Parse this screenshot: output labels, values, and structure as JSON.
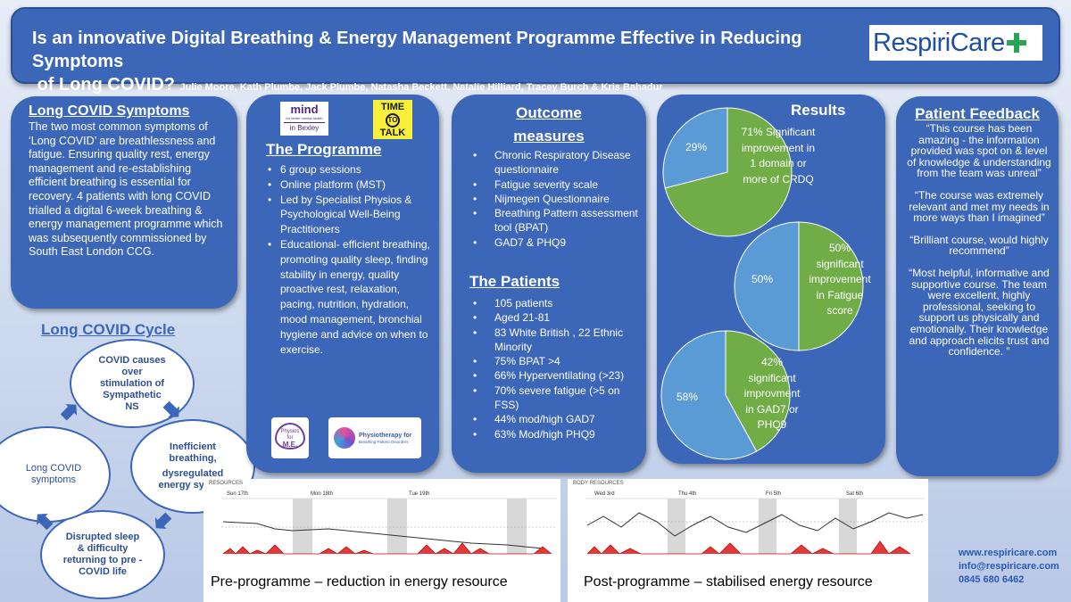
{
  "header": {
    "title": "Is an innovative Digital Breathing & Energy Management Programme Effective in Reducing Symptoms",
    "title_line2": "of Long COVID?",
    "authors": "Julie Moore, Kath Plumbe, Jack Plumbe, Natasha Beckett, Natalie Hilliard, Tracey Burch & Kris Bahadur",
    "logo_text": "RespiriCare"
  },
  "symptoms": {
    "heading": "Long COVID Symptoms",
    "body": "The two most common symptoms of ‘Long COVID’ are breathlessness and fatigue. Ensuring quality rest, energy management and re-establishing efficient breathing is essential for recovery. 4 patients with long COVID trialled a digital 6-week breathing & energy management programme which was subsequently commissioned by South East London CCG."
  },
  "cycle": {
    "heading": "Long COVID Cycle",
    "step1": "COVID causes over stimulation of Sympathetic NS",
    "step2a": "Inefficient breathing,",
    "step2b": "dysregulated energy system",
    "step3": "Disrupted sleep & difficulty returning to pre -COVID life",
    "step4": "Long COVID symptoms"
  },
  "programme": {
    "heading": "The Programme",
    "logo_mind_top": "mind",
    "logo_mind_sub": "for better mental health",
    "logo_mind_bottom": "in Bexley",
    "logo_ttt_line1": "TIME",
    "logo_ttt_line2": "TO",
    "logo_ttt_line3": "TALK",
    "logo_physios_line1": "Physios",
    "logo_physios_line2": "for",
    "logo_physios_line3": "M.E.",
    "logo_physio_bpd_line1": "Physiotherapy for",
    "logo_physio_bpd_line2": "Breathing Pattern Disorders",
    "items": [
      "6 group sessions",
      "Online platform (MST)",
      "Led by Specialist Physios & Psychological Well-Being Practitioners",
      "Educational- efficient breathing,  promoting quality sleep, finding stability in energy, quality proactive rest, relaxation, pacing, nutrition, hydration, mood management, bronchial  hygiene and advice on when to exercise."
    ]
  },
  "outcomes": {
    "heading_line1": "Outcome",
    "heading_line2": "measures",
    "items": [
      "Chronic Respiratory Disease questionnaire",
      "Fatigue severity scale",
      "Nijmegen Questionnaire",
      "Breathing Pattern assessment tool (BPAT)",
      "GAD7 & PHQ9"
    ]
  },
  "patients": {
    "heading": "The Patients",
    "items": [
      "105 patients",
      "Aged 21-81",
      "83 White British , 22 Ethnic Minority",
      "75% BPAT >4",
      "66% Hyperventilating (>23)",
      "70% severe fatigue (>5 on FSS)",
      "44% mod/high GAD7",
      "63% Mod/high PHQ9"
    ]
  },
  "results": {
    "heading": "Results",
    "colors": {
      "improved": "#70ad47",
      "other": "#5b9bd5"
    },
    "pies": [
      {
        "improved_pct": 71,
        "other_label": "29%",
        "label_line1": "71% Significant",
        "label_line2": "improvement in",
        "label_line3": "1 domain or",
        "label_line4": "more of CRDQ"
      },
      {
        "improved_pct": 50,
        "other_label": "50%",
        "label_line1": "50%",
        "label_line2": "significant",
        "label_line3": "improvement",
        "label_line4": "in Fatigue",
        "label_line5": "score"
      },
      {
        "improved_pct": 42,
        "other_label": "58%",
        "label_line1": "42%",
        "label_line2": "significant",
        "label_line3": "improvment",
        "label_line4": "in GAD7 or",
        "label_line5": "PHQ9"
      }
    ]
  },
  "feedback": {
    "heading": "Patient Feedback",
    "quotes": [
      "“This course has been amazing - the information provided was spot on & level of knowledge & understanding from the team was unreal”",
      "“The course was extremely relevant and met my needs in more ways than I imagined”",
      "“Brilliant course, would highly recommend”",
      "“Most helpful, informative and supportive course. The team were excellent, highly professional, seeking to support us physically and emotionally. Their knowledge and approach elicits trust and confidence.  ”"
    ]
  },
  "graphs": {
    "pre_caption": "Pre-programme – reduction in energy resource",
    "post_caption": "Post-programme – stabilised energy resource",
    "pre_title": "RESOURCES",
    "post_title": "BODY RESOURCES",
    "pre_days": [
      "Sun 17th",
      "Mon 18th",
      "Tue 19th"
    ],
    "post_days": [
      "Wed 3rd",
      "Thu 4th",
      "Fri 5th",
      "Sat 6th"
    ]
  },
  "contact": {
    "web": "www.respiricare.com",
    "email": "info@respiricare.com",
    "phone": "0845 680 6462"
  }
}
